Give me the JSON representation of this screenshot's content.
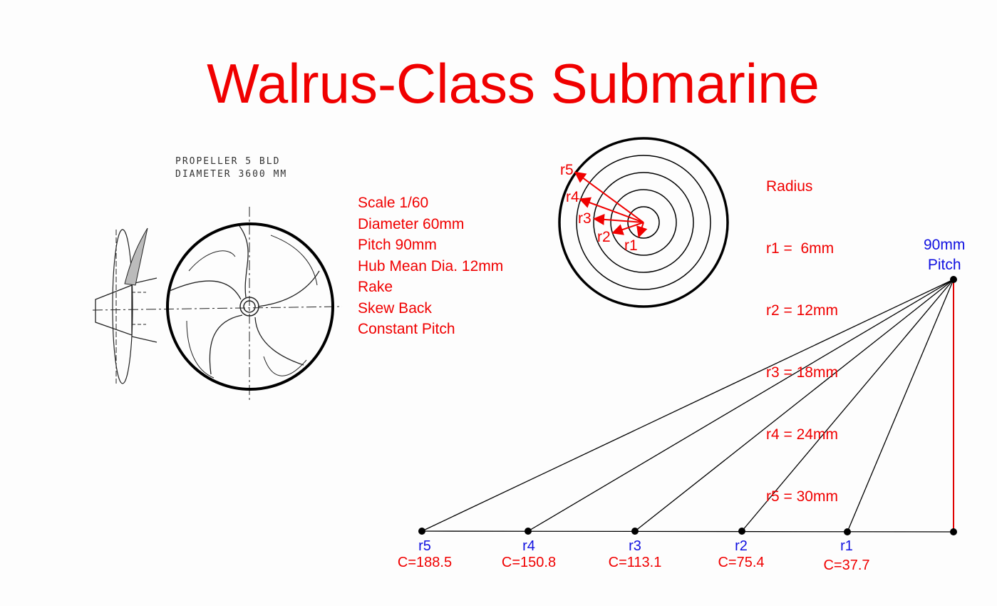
{
  "title": "Walrus-Class Submarine",
  "drawing_label": {
    "line1": "PROPELLER  5 BLD",
    "line2": "DIAMETER    3600 MM"
  },
  "specs": [
    "Scale 1/60",
    "Diameter 60mm",
    "Pitch 90mm",
    "Hub Mean Dia. 12mm",
    "Rake",
    "Skew Back",
    "Constant Pitch"
  ],
  "radius_heading": "Radius",
  "radii": [
    "r1 =  6mm",
    "r2 = 12mm",
    "r3 = 18mm",
    "r4 = 24mm",
    "r5 = 30mm"
  ],
  "circle_labels": [
    "r1",
    "r2",
    "r3",
    "r4",
    "r5"
  ],
  "pitch_label": {
    "line1": "90mm",
    "line2": "Pitch"
  },
  "baseline_points": [
    {
      "name": "r5",
      "c": "C=188.5"
    },
    {
      "name": "r4",
      "c": "C=150.8"
    },
    {
      "name": "r3",
      "c": "C=113.1"
    },
    {
      "name": "r2",
      "c": "C=75.4"
    },
    {
      "name": "r1",
      "c": "C=37.7"
    }
  ],
  "colors": {
    "accent": "#f00000",
    "label_blue": "#1010e0"
  }
}
